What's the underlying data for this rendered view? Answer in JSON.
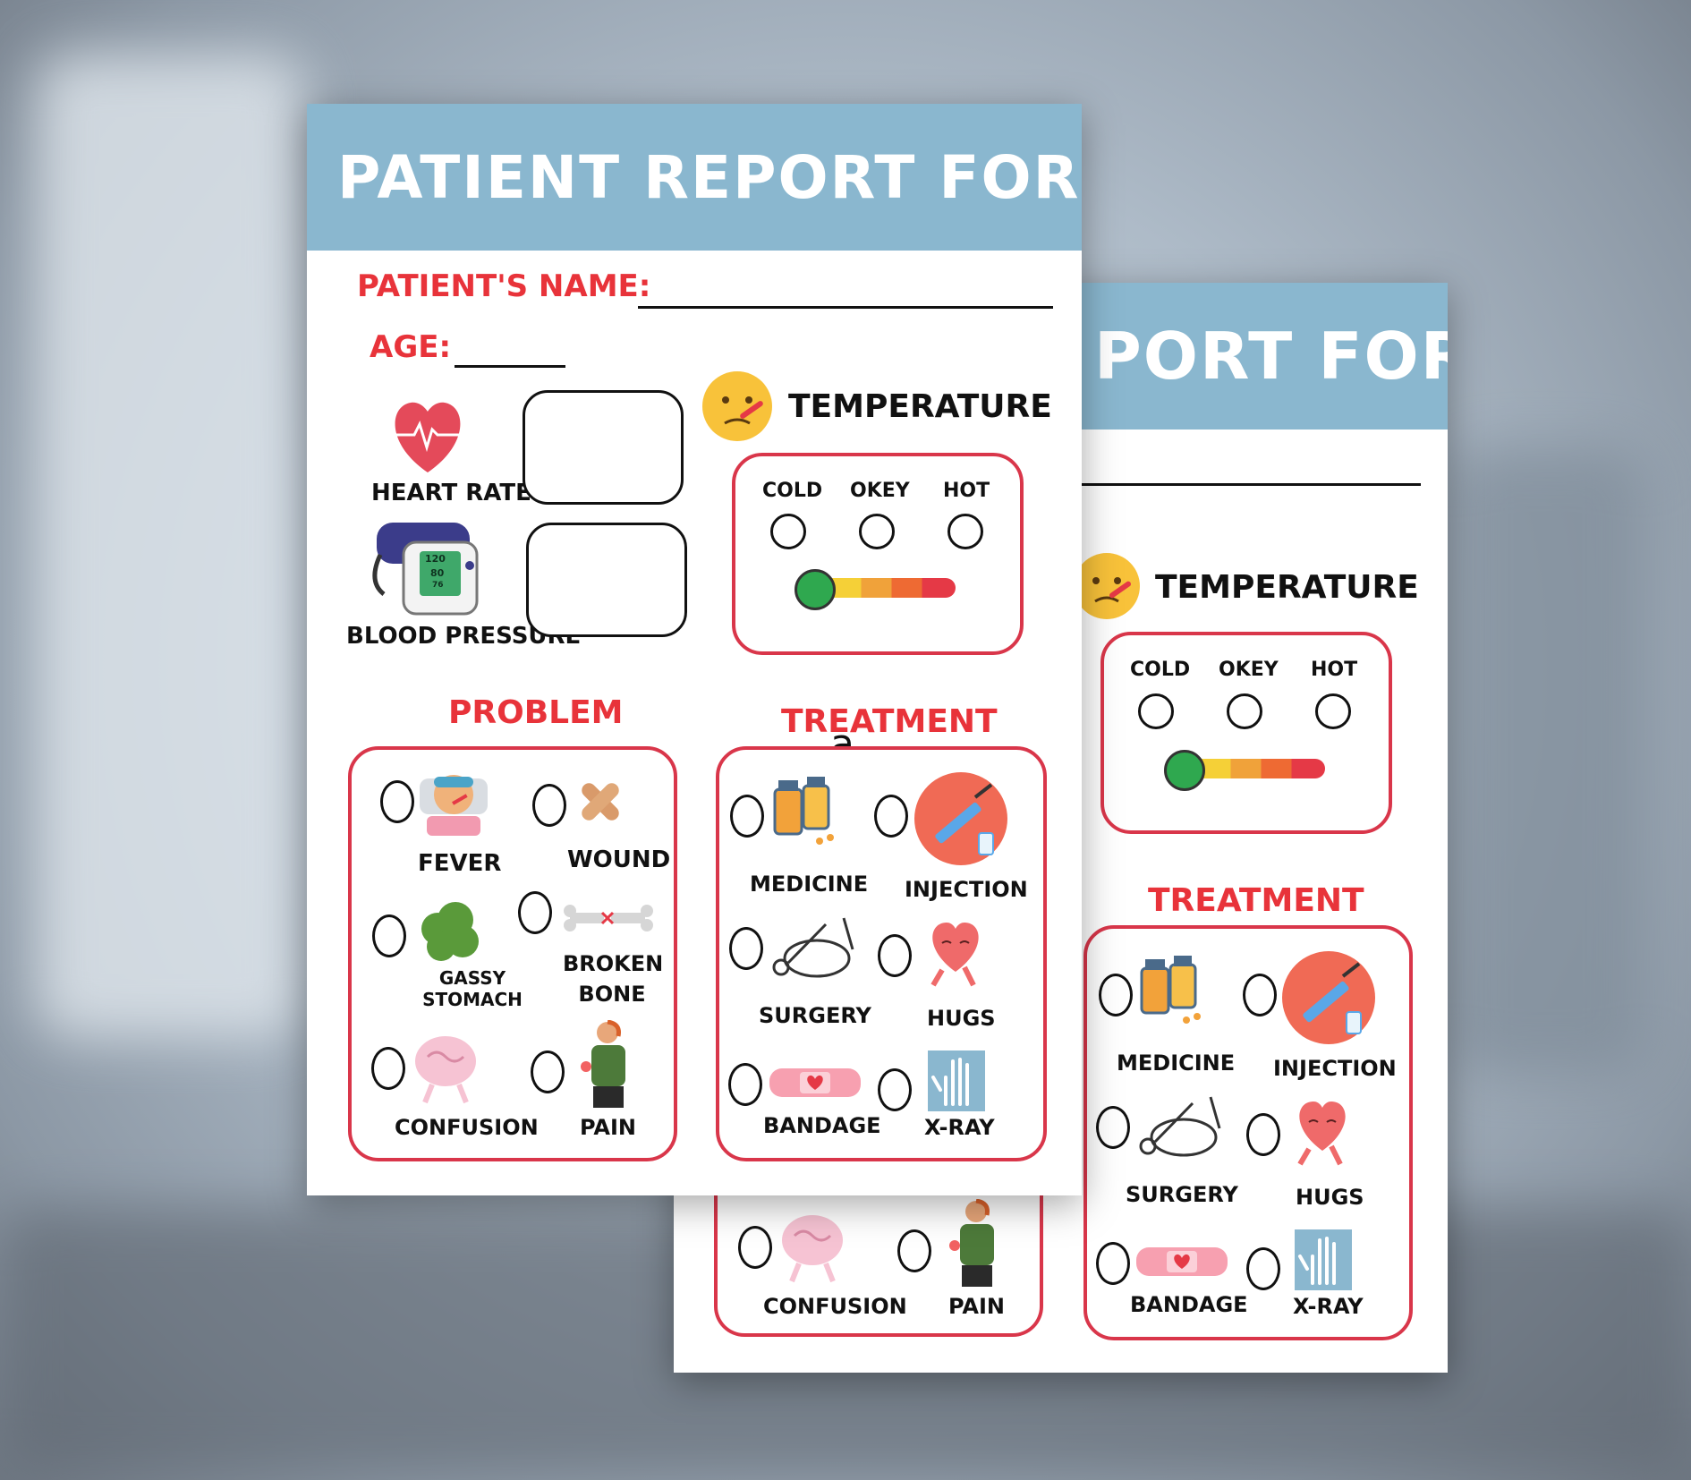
{
  "front": {
    "title": "PATIENT REPORT FORM",
    "name_label": "PATIENT'S NAME:",
    "age_label": "AGE:",
    "heart_rate_label": "HEART RATE",
    "blood_pressure_label": "BLOOD PRESSURE",
    "temperature_label": "TEMPERATURE",
    "temp_options": [
      "COLD",
      "OKEY",
      "HOT"
    ],
    "problem_label": "PROBLEM",
    "treatment_label": "TREATMENT",
    "stray_text": "a",
    "problems": [
      "FEVER",
      "WOUND",
      "GASSY STOMACH",
      "BROKEN BONE",
      "CONFUSION",
      "PAIN"
    ],
    "treatments": [
      "MEDICINE",
      "INJECTION",
      "SURGERY",
      "HUGS",
      "BANDAGE",
      "X-RAY"
    ],
    "monitor_readings": [
      "120",
      "80",
      "76"
    ]
  },
  "back": {
    "title_visible": "PORT FORM",
    "temperature_label": "TEMPERATURE",
    "temp_options": [
      "COLD",
      "OKEY",
      "HOT"
    ],
    "treatment_label": "TREATMENT",
    "treatments": [
      "MEDICINE",
      "INJECTION",
      "SURGERY",
      "HUGS",
      "BANDAGE",
      "X-RAY"
    ],
    "problems_visible": [
      "CONFUSION",
      "PAIN"
    ]
  },
  "colors": {
    "banner": "#8ab7cf",
    "accent_red": "#e8333a",
    "panel_border": "#d9364a"
  }
}
